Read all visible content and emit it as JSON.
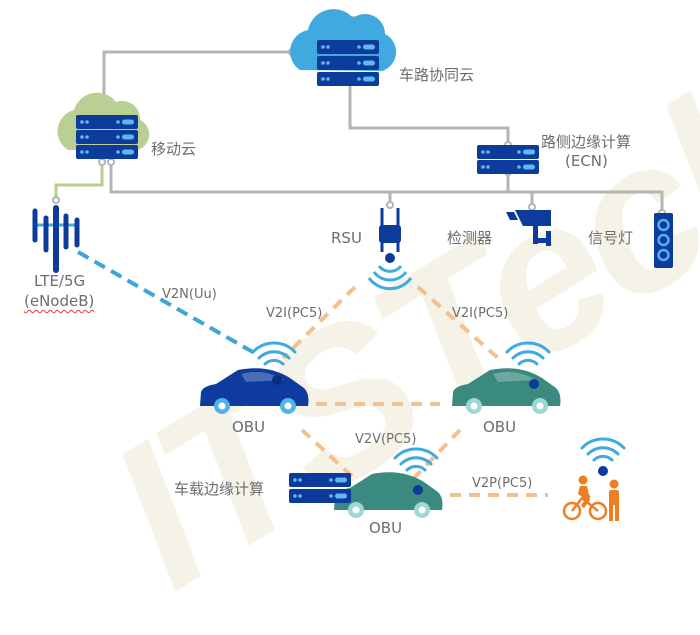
{
  "watermark": "ITSTech",
  "nodes": {
    "cv_cloud": {
      "label": "车路协同云"
    },
    "mobile_cloud": {
      "label": "移动云"
    },
    "ecn": {
      "label_line1": "路侧边缘计算",
      "label_line2": "(ECN)"
    },
    "enodeb": {
      "label_line1": "LTE/5G",
      "label_line2": "(eNodeB)"
    },
    "rsu": {
      "label": "RSU"
    },
    "detector": {
      "label": "检测器"
    },
    "signal": {
      "label": "信号灯"
    },
    "obu_left": {
      "label": "OBU"
    },
    "obu_right": {
      "label": "OBU"
    },
    "obu_bottom": {
      "label": "OBU"
    },
    "vehicle_edge": {
      "label": "车载边缘计算"
    }
  },
  "links": {
    "v2n": "V2N(Uu)",
    "v2i_left": "V2I(PC5)",
    "v2i_right": "V2I(PC5)",
    "v2v": "V2V(PC5)",
    "v2p": "V2P(PC5)"
  },
  "colors": {
    "server_dark": "#0d3b9c",
    "server_light": "#4fb3e8",
    "cloud_blue": "#3fa9e0",
    "cloud_green": "#b9cf93",
    "wire_gray": "#b4b4b4",
    "wire_green": "#b6cf8e",
    "v2n_blue": "#3aa7d8",
    "pc5_orange": "#f3c08f",
    "car_blue": "#0e3c9e",
    "car_teal": "#3b8a80",
    "pedestrian_orange": "#ee7f1f"
  }
}
